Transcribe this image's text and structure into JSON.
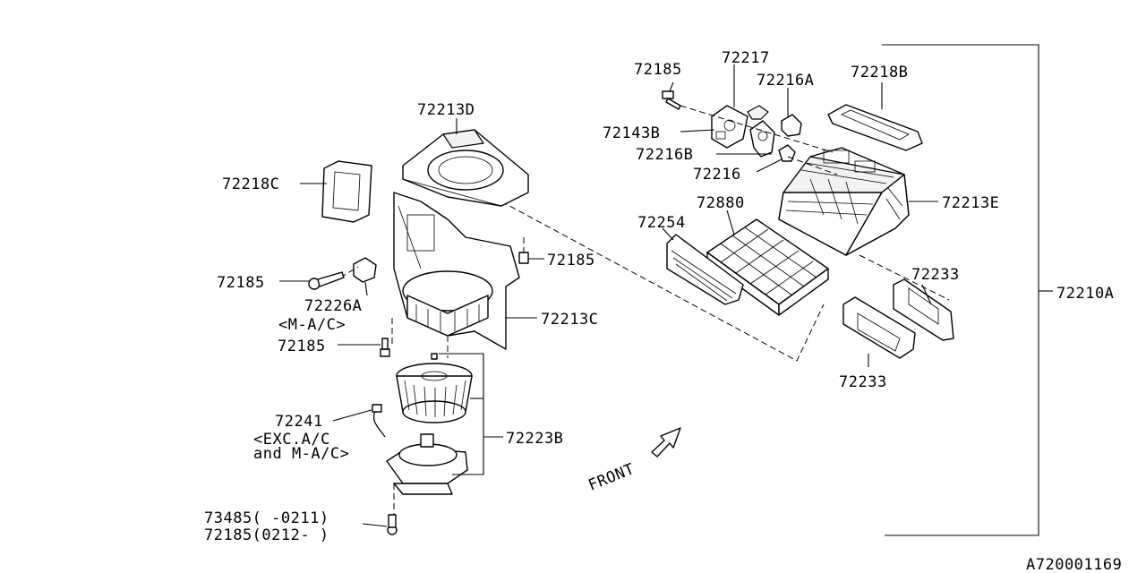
{
  "diagram": {
    "labels": {
      "p72185_top": "72185",
      "p72217": "72217",
      "p72216a": "72216A",
      "p72218b": "72218B",
      "p72143b": "72143B",
      "p72216b": "72216B",
      "p72216": "72216",
      "p72213e": "72213E",
      "p72880": "72880",
      "p72254": "72254",
      "p72233_a": "72233",
      "p72233_b": "72233",
      "p72210a": "72210A",
      "p72213d": "72213D",
      "p72218c": "72218C",
      "p72185_left": "72185",
      "p72185_mid": "72185",
      "p72226a": "72226A",
      "p72226a_note": "<M-A/C>",
      "p72213c": "72213C",
      "p72185_low": "72185",
      "p72241": "72241",
      "p72241_note1": "<EXC.A/C",
      "p72241_note2": "and M-A/C>",
      "p72223b": "72223B",
      "p73485": "73485(  -0211)",
      "p72185_bottom": "72185(0212-  )",
      "front": "FRONT",
      "drawing_no": "A720001169"
    }
  }
}
